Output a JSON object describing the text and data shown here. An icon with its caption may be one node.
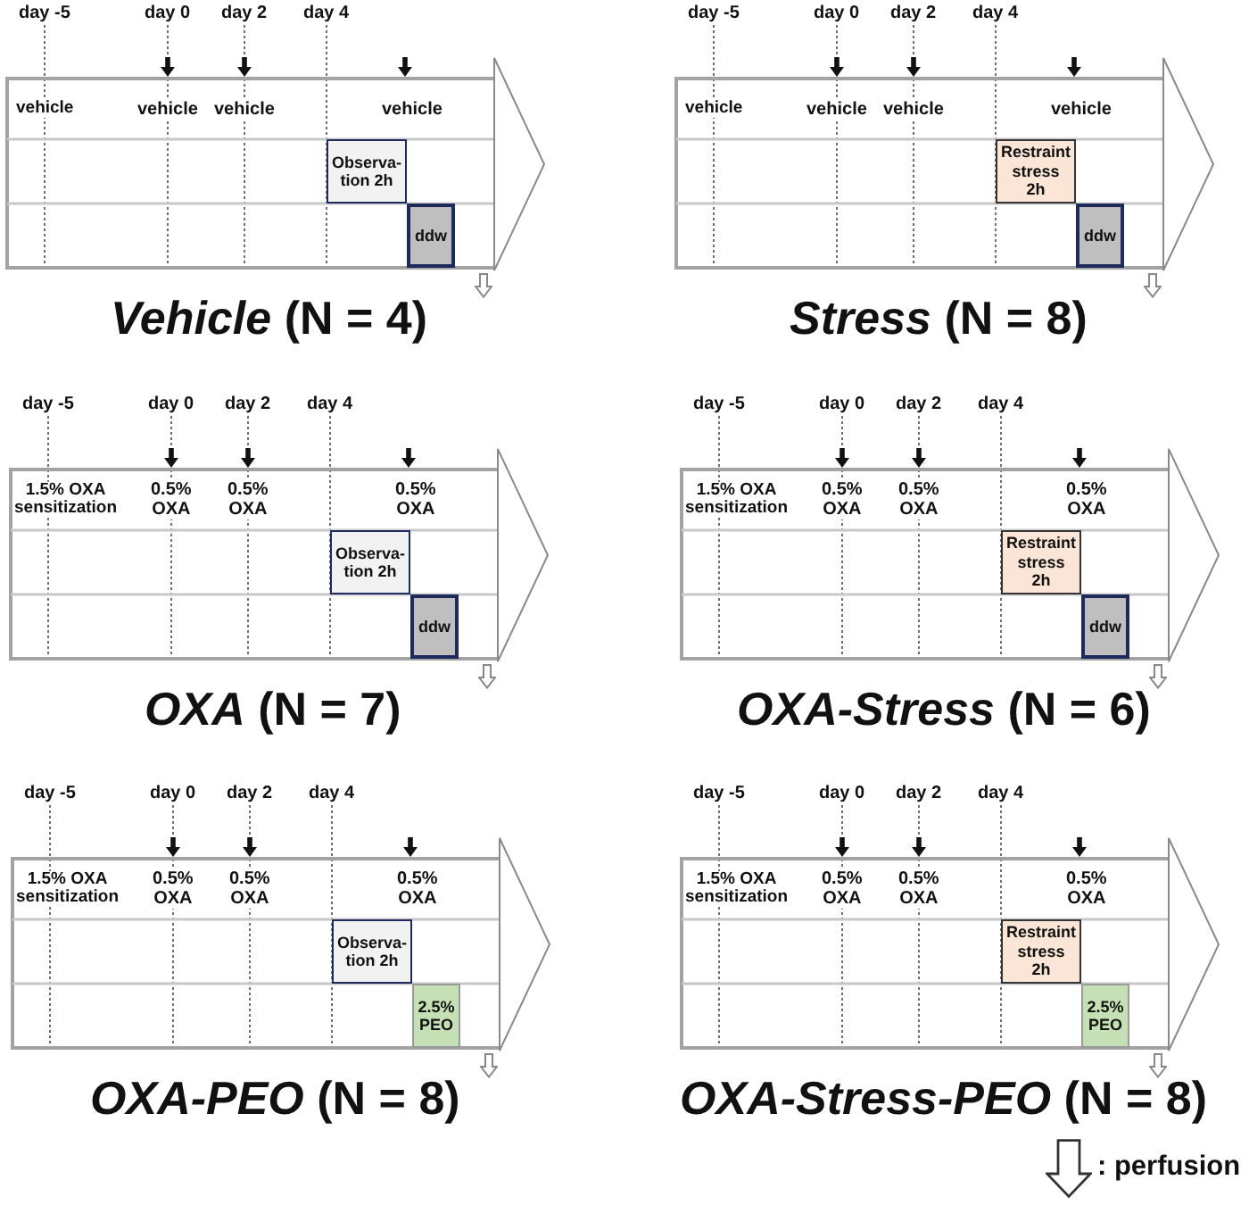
{
  "diagram": {
    "nodes": [
      {
        "text": [
          "vehicle",
          "vehicle",
          "vehicle",
          "vehicle"
        ],
        "beside": [
          "day -5",
          "day 0",
          "day 2",
          "day 4",
          "*Vehicle* (N = 4)"
        ]
      },
      {
        "text": [
          "Observa-tion 2h"
        ],
        "in": 0
      },
      {
        "text": [
          "ddw"
        ],
        "in": 0
      },
      {
        "text": [
          "vehicle",
          "vehicle",
          "vehicle",
          "vehicle"
        ],
        "beside": [
          "day -5",
          "day 0",
          "day 2",
          "day 4",
          "*Stress* (N = 8)"
        ]
      },
      {
        "text": [
          "Restraint stress 2h"
        ],
        "in": 3
      },
      {
        "text": [
          "ddw"
        ],
        "in": 3
      },
      {
        "text": [
          "1.5% OXA sensitization",
          "0.5% OXA",
          "0.5% OXA",
          "0.5% OXA"
        ],
        "beside": [
          "day -5",
          "day 0",
          "day 2",
          "day 4",
          "*OXA* (N = 7)"
        ]
      },
      {
        "text": [
          "Observa-tion 2h"
        ],
        "in": 6
      },
      {
        "text": [
          "ddw"
        ],
        "in": 6
      },
      {
        "text": [
          "1.5% OXA sensitization",
          "0.5% OXA",
          "0.5% OXA",
          "0.5% OXA"
        ],
        "beside": [
          "day -5",
          "day 0",
          "day 2",
          "day 4",
          "*OXA-Stress* (N = 6)"
        ]
      },
      {
        "text": [
          "Restraint stress 2h"
        ],
        "in": 9
      },
      {
        "text": [
          "ddw"
        ],
        "in": 9
      },
      {
        "text": [
          "1.5% OXA sensitization",
          "0.5% OXA",
          "0.5% OXA",
          "0.5% OXA"
        ],
        "beside": [
          "day -5",
          "day 0",
          "day 2",
          "day 4",
          "*OXA-PEO* (N = 8)"
        ]
      },
      {
        "text": [
          "Observa-tion 2h"
        ],
        "in": 12
      },
      {
        "text": [
          "2.5% PEO"
        ],
        "in": 12
      },
      {
        "text": [
          "1.5% OXA sensitization",
          "0.5% OXA",
          "0.5% OXA",
          "0.5% OXA"
        ],
        "beside": [
          "day -5",
          "day 0",
          "day 2",
          "day 4",
          "*OXA-Stress-PEO* (N = 8)"
        ]
      },
      {
        "text": [
          "Restraint stress 2h"
        ],
        "in": 15
      },
      {
        "text": [
          "2.5% PEO"
        ],
        "in": 15
      }
    ],
    "legend": [
      {
        "text": ": perfusion"
      }
    ]
  }
}
